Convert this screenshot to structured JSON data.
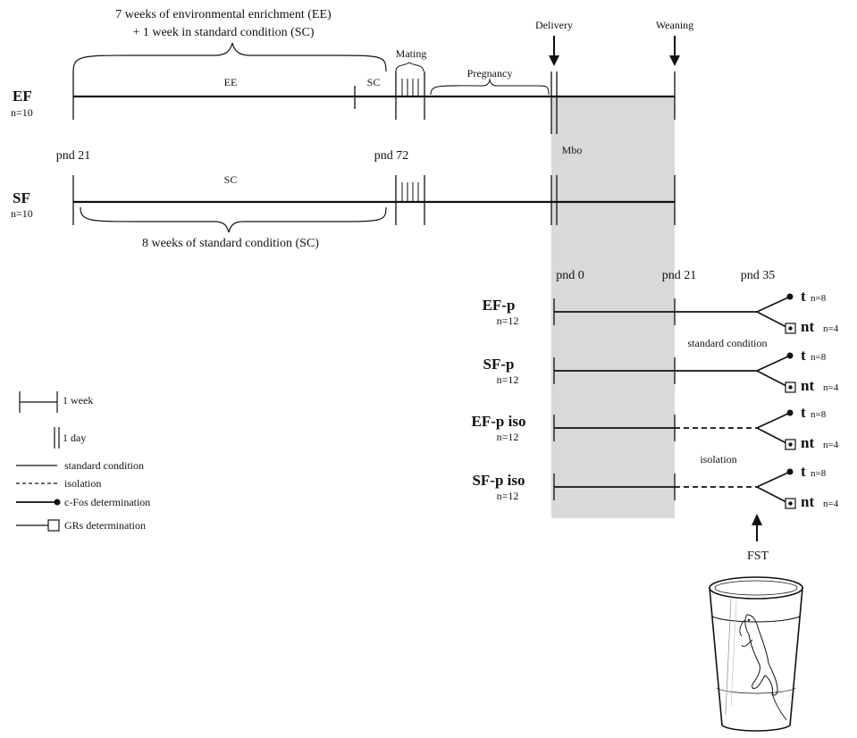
{
  "header": {
    "ee_line1": "7 weeks of environmental enrichment (EE)",
    "ee_line2": "+ 1 week in standard condition (SC)",
    "sc_caption": "8 weeks of standard condition (SC)"
  },
  "events": {
    "mating": "Mating",
    "pregnancy": "Pregnancy",
    "delivery": "Delivery",
    "weaning": "Weaning",
    "mbo": "Mbo",
    "fst": "FST"
  },
  "ages": {
    "pnd21_a": "pnd 21",
    "pnd72": "pnd 72",
    "pnd0": "pnd 0",
    "pnd21_b": "pnd 21",
    "pnd35": "pnd 35"
  },
  "females": {
    "ef": {
      "name": "EF",
      "n": "n=10",
      "seg1": "EE",
      "seg2": "SC"
    },
    "sf": {
      "name": "SF",
      "n": "n=10",
      "seg1": "SC"
    }
  },
  "pups": [
    {
      "name": "EF-p",
      "n": "n=12",
      "t": "t",
      "t_n": "n=8",
      "nt": "nt",
      "nt_n": "n=4"
    },
    {
      "name": "SF-p",
      "n": "n=12",
      "t": "t",
      "t_n": "n=8",
      "nt": "nt",
      "nt_n": "n=4"
    },
    {
      "name": "EF-p iso",
      "n": "n=12",
      "t": "t",
      "t_n": "n=8",
      "nt": "nt",
      "nt_n": "n=4"
    },
    {
      "name": "SF-p iso",
      "n": "n=12",
      "t": "t",
      "t_n": "n=8",
      "nt": "nt",
      "nt_n": "n=4"
    }
  ],
  "pup_labels": {
    "standard": "standard condition",
    "isolation": "isolation"
  },
  "legend": {
    "week": "1 week",
    "day": "1 day",
    "standard": "standard condition",
    "isolation": "isolation",
    "cfos": "c-Fos determination",
    "grs": "GRs determination"
  }
}
